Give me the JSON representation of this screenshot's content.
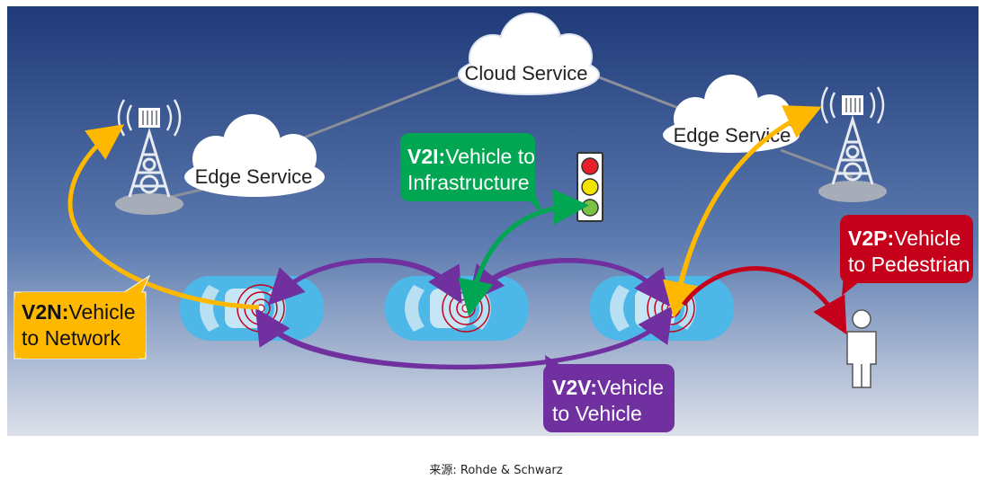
{
  "clouds": {
    "cloud_service": "Cloud Service",
    "edge_left": "Edge Service",
    "edge_right": "Edge Service"
  },
  "callouts": {
    "v2n": {
      "bold": "V2N:",
      "rest": "Vehicle",
      "line2": "to Network"
    },
    "v2i": {
      "bold": "V2I:",
      "rest": "Vehicle to",
      "line2": "Infrastructure"
    },
    "v2p": {
      "bold": "V2P:",
      "rest": "Vehicle",
      "line2": "to Pedestrian"
    },
    "v2v": {
      "bold": "V2V:",
      "rest": "Vehicle",
      "line2": "to Vehicle"
    }
  },
  "colors": {
    "v2n": "#ffb800",
    "v2i": "#00a651",
    "v2p": "#c4001a",
    "v2v": "#7030a0",
    "car": "#4db8e8",
    "background_top": "#1f3a78",
    "background_bottom": "#d9dde7"
  },
  "caption": "来源: Rohde & Schwarz"
}
